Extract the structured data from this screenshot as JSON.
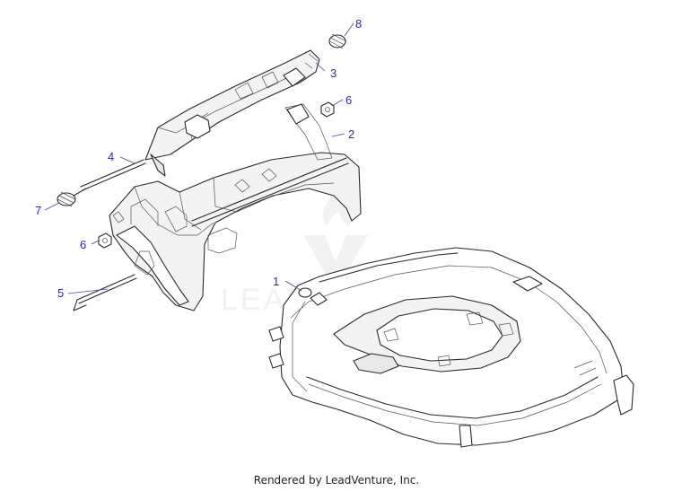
{
  "callouts": [
    {
      "id": "1",
      "label": "1"
    },
    {
      "id": "2",
      "label": "2"
    },
    {
      "id": "3",
      "label": "3"
    },
    {
      "id": "4",
      "label": "4"
    },
    {
      "id": "5",
      "label": "5"
    },
    {
      "id": "6a",
      "label": "6"
    },
    {
      "id": "6b",
      "label": "6"
    },
    {
      "id": "7",
      "label": "7"
    },
    {
      "id": "8",
      "label": "8"
    }
  ],
  "watermark": {
    "text": "LEADVENTURE"
  },
  "footer": {
    "text": "Rendered by LeadVenture, Inc."
  },
  "colors": {
    "callout": "#2b2ba8",
    "line": "#2a2a2a",
    "watermark": "#e6e6e6"
  }
}
